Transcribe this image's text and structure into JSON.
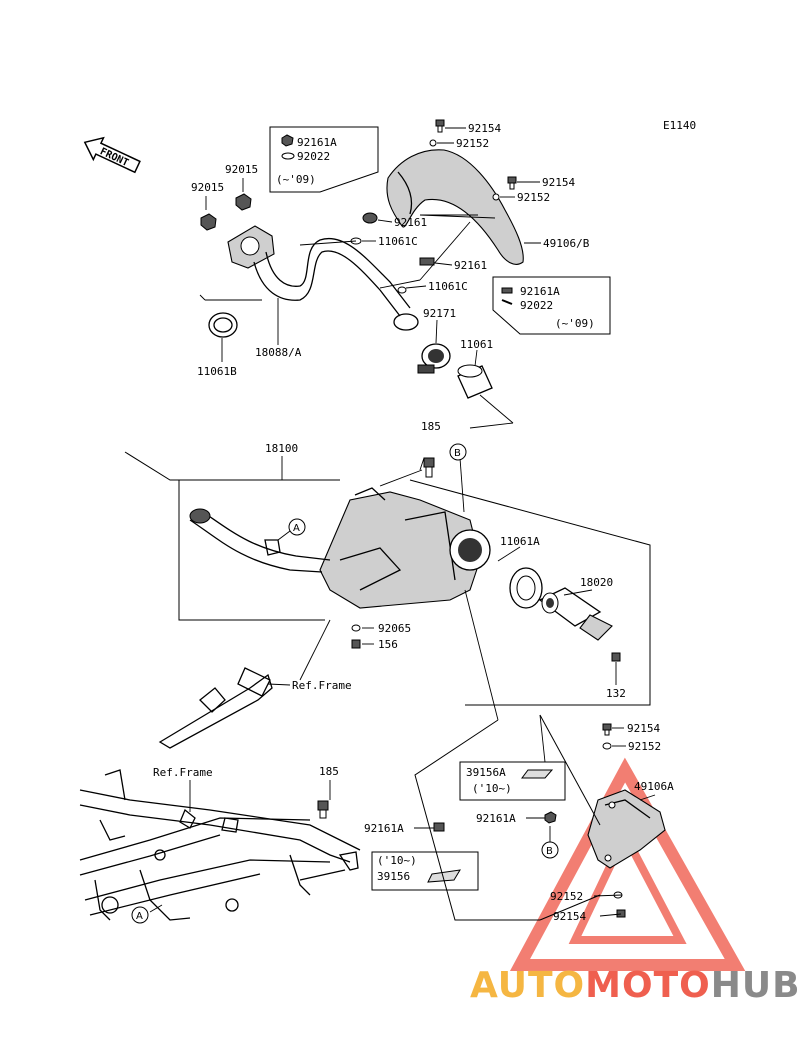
{
  "diagram_code": "E1140",
  "front_label": "FRONT",
  "labels": {
    "l92154a": "92154",
    "l92152a": "92152",
    "l92154b": "92154",
    "l92152b": "92152",
    "l49106b": "49106/B",
    "l92161a": "92161",
    "l11061ca": "11061C",
    "l92161b": "92161",
    "l11061cb": "11061C",
    "l92171": "92171",
    "l11061": "11061",
    "l92015a": "92015",
    "l92015b": "92015",
    "l11061b": "11061B",
    "l18088a": "18088/A",
    "l185a": "185",
    "l18100": "18100",
    "l11061a": "11061A",
    "l18020": "18020",
    "l132": "132",
    "l92065": "92065",
    "l156": "156",
    "lref1": "Ref.Frame",
    "lref2": "Ref.Frame",
    "l185b": "185",
    "l92154c": "92154",
    "l92152c": "92152",
    "l49106a": "49106A",
    "l92161aa": "92161A",
    "l92161ab": "92161A",
    "l92152d": "92152",
    "l92154d": "92154"
  },
  "boxes": {
    "box1": {
      "part": "92161A",
      "sub": "92022",
      "note": "(~'09)"
    },
    "box2": {
      "part": "92161A",
      "sub": "92022",
      "note": "(~'09)"
    },
    "box3": {
      "part": "39156A",
      "note": "('10~)"
    },
    "box4": {
      "note": "('10~)",
      "part": "39156"
    }
  },
  "refs": {
    "a1": "A",
    "a2": "A",
    "b1": "B",
    "b2": "B"
  },
  "watermark": {
    "part1": "AUTO",
    "part2": "MOTO",
    "part3": "HUB"
  },
  "colors": {
    "watermark_red": "#ef5f4f",
    "watermark_orange": "#f5b642",
    "watermark_gray": "#8a8a8a"
  }
}
